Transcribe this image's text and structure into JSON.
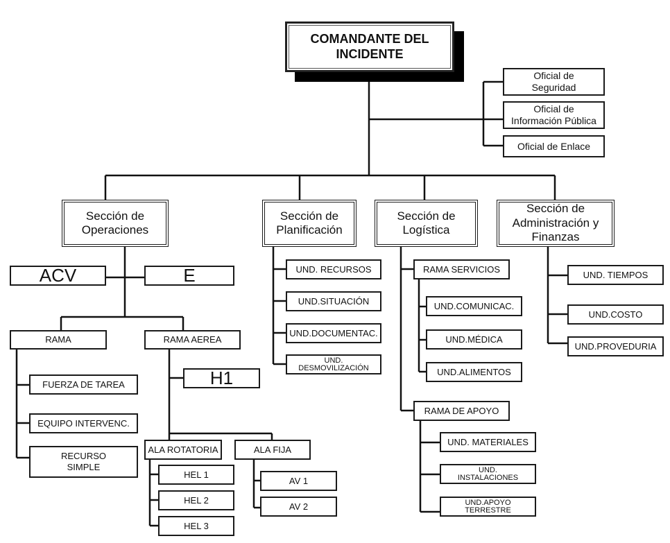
{
  "title": "Incident Command System Organizational Chart",
  "commander": "COMANDANTE DEL\nINCIDENTE",
  "staff": [
    "Oficial de\nSeguridad",
    "Oficial de\nInformación Pública",
    "Oficial de Enlace"
  ],
  "sections": {
    "operaciones": {
      "label": "Sección de\nOperaciones",
      "acv": "ACV",
      "e": "E",
      "rama": "RAMA",
      "rama_items": [
        "FUERZA DE TAREA",
        "EQUIPO INTERVENC.",
        "RECURSO\nSIMPLE"
      ],
      "rama_aerea": "RAMA AEREA",
      "h1": "H1",
      "ala_rotatoria": "ALA ROTATORIA",
      "ala_rotatoria_items": [
        "HEL 1",
        "HEL 2",
        "HEL 3"
      ],
      "ala_fija": "ALA FIJA",
      "ala_fija_items": [
        "AV 1",
        "AV 2"
      ]
    },
    "planificacion": {
      "label": "Sección de\nPlanificación",
      "units": [
        "UND. RECURSOS",
        "UND.SITUACIÓN",
        "UND.DOCUMENTAC.",
        "UND.\nDESMOVILIZACIÓN"
      ]
    },
    "logistica": {
      "label": "Sección de\nLogística",
      "rama_servicios": "RAMA SERVICIOS",
      "servicios_units": [
        "UND.COMUNICAC.",
        "UND.MÉDICA",
        "UND.ALIMENTOS"
      ],
      "rama_apoyo": "RAMA DE APOYO",
      "apoyo_units": [
        "UND. MATERIALES",
        "UND.\nINSTALACIONES",
        "UND.APOYO\nTERRESTRE"
      ]
    },
    "administracion": {
      "label": "Sección de\nAdministración y\nFinanzas",
      "units": [
        "UND. TIEMPOS",
        "UND.COSTO",
        "UND.PROVEDURIA"
      ]
    }
  }
}
